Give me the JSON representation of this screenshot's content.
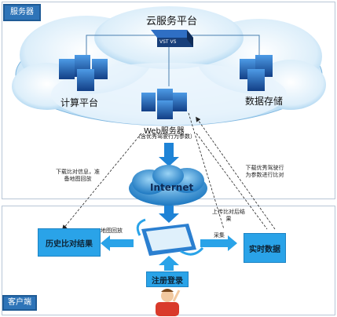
{
  "server_tag": "服务器",
  "client_tag": "客户端",
  "cloud_platform": "云服务平台",
  "compute": "计算平台",
  "storage": "数据存储",
  "web_server": "Web服务器",
  "web_server_sub": "（含优秀驾驶行为参数）",
  "internet": "Internet",
  "left_note": "下载比对信息，准备地图回放",
  "right_note": "下载优秀驾驶行为参数进行比对",
  "upload_note": "上传比对后结果",
  "map_replay": "地图回放",
  "collect": "采集",
  "history_box": "历史比对结果",
  "realtime_box": "实时数据",
  "register_box": "注册登录",
  "vs_badge": "VST VS"
}
